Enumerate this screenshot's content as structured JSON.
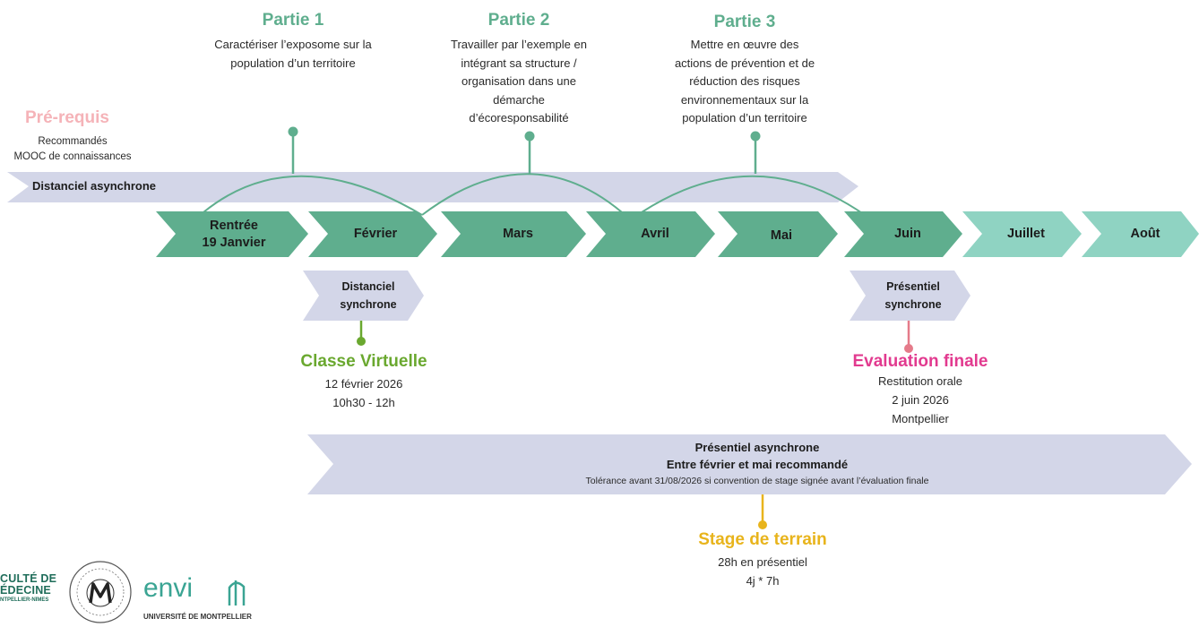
{
  "phases": [
    {
      "title": "Partie 1",
      "lines": [
        "Caractériser l’exposome sur la",
        "population d’un territoire"
      ]
    },
    {
      "title": "Partie 2",
      "lines": [
        "Travailler par l’exemple en",
        "intégrant sa structure /",
        "organisation dans une",
        "démarche",
        "d’écoresponsabilité"
      ]
    },
    {
      "title": "Partie 3",
      "lines": [
        "Mettre en œuvre des",
        "actions de prévention et de",
        "réduction des risques",
        "environnementaux sur la",
        "population d’un territoire"
      ]
    }
  ],
  "prerequis": {
    "title": "Pré-requis",
    "lines": [
      "Recommandés",
      "MOOC de connaissances"
    ]
  },
  "distanciel_async": "Distanciel asynchrone",
  "months": [
    {
      "lines": [
        "Rentrée",
        "19 Janvier"
      ]
    },
    {
      "lines": [
        "Février"
      ]
    },
    {
      "lines": [
        "Mars"
      ]
    },
    {
      "lines": [
        "Avril"
      ]
    },
    {
      "lines": [
        "Mai"
      ]
    },
    {
      "lines": [
        "Juin"
      ]
    },
    {
      "lines": [
        "Juillet"
      ]
    },
    {
      "lines": [
        "Août"
      ]
    }
  ],
  "distanciel_sync": [
    "Distanciel",
    "synchrone"
  ],
  "presentiel_sync": [
    "Présentiel",
    "synchrone"
  ],
  "classe_virtuelle": {
    "title": "Classe Virtuelle",
    "lines": [
      "12 février 2026",
      "10h30 - 12h"
    ]
  },
  "evaluation": {
    "title": "Evaluation finale",
    "lines": [
      "Restitution orale",
      "2 juin 2026",
      "Montpellier"
    ]
  },
  "presentiel_async": {
    "line1": "Présentiel asynchrone",
    "line2": "Entre février et mai recommandé",
    "line3": "Tolérance avant 31/08/2026 si convention de stage signée avant l’évaluation finale"
  },
  "stage": {
    "title": "Stage de terrain",
    "lines": [
      "28h en présentiel",
      "4j * 7h"
    ]
  },
  "logos": {
    "faculte": [
      "CULTÉ DE",
      "ÉDECINE",
      "NTPELLIER-NÎMES"
    ],
    "envi": "envi",
    "universite": "UNIVERSITÉ DE MONTPELLIER"
  },
  "colors": {
    "teal": "#5fae8e",
    "teal_dark": "#6aa894",
    "teal_light": "#8fd3c2",
    "lavender": "#d3d6e8",
    "green": "#6aa82f",
    "pink": "#e23a8f",
    "pink_pin": "#e57b8a",
    "yellow": "#e8b41c",
    "prereq": "#f5b3b8"
  }
}
